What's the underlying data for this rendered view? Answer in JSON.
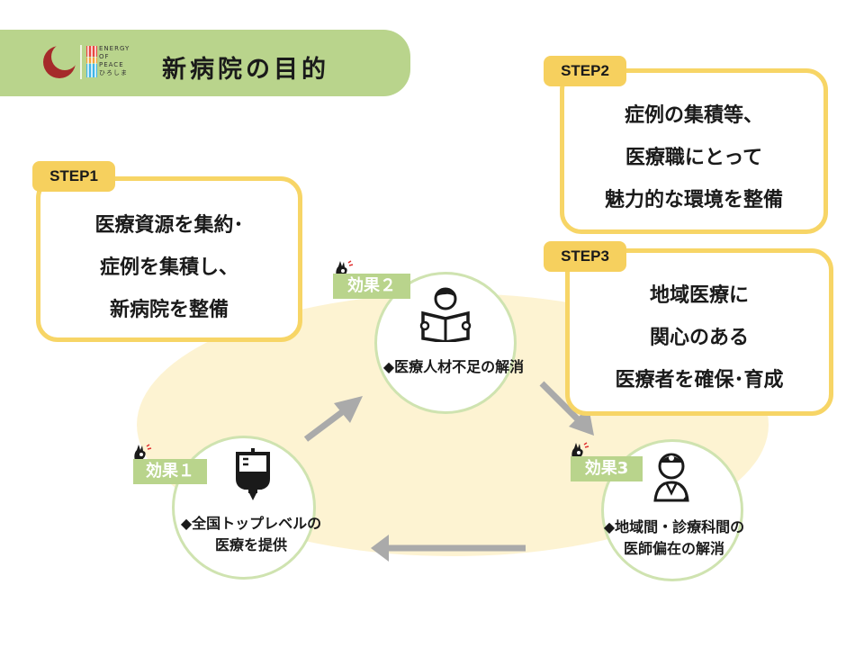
{
  "header": {
    "title": "新病院の目的",
    "logo_lines": [
      "ENERGY",
      "OF",
      "PEACE",
      "ひろしま"
    ]
  },
  "steps": [
    {
      "tag": "STEP1",
      "lines": [
        "医療資源を集約･",
        "症例を集積し、",
        "新病院を整備"
      ]
    },
    {
      "tag": "STEP2",
      "lines": [
        "症例の集積等、",
        "医療職にとって",
        "魅力的な環境を整備"
      ]
    },
    {
      "tag": "STEP3",
      "lines": [
        "地域医療に",
        "関心のある",
        "医療者を確保･育成"
      ]
    }
  ],
  "effects": [
    {
      "label": "効果１",
      "desc": [
        "◆全国トップレベルの",
        "医療を提供"
      ],
      "icon": "iv-drip-icon"
    },
    {
      "label": "効果２",
      "desc": [
        "◆医療人材不足の解消"
      ],
      "icon": "student-reading-icon"
    },
    {
      "label": "効果3",
      "desc": [
        "◆地域間・診療科間の",
        "医師偏在の解消"
      ],
      "icon": "doctor-icon"
    }
  ],
  "colors": {
    "header_green": "#b9d48c",
    "step_yellow": "#f6d05e",
    "oval_cream": "#fdf3d2",
    "circle_border": "#cfe3b0",
    "arrow_gray": "#aaaaaa",
    "logo_red": "#a52a2a"
  }
}
